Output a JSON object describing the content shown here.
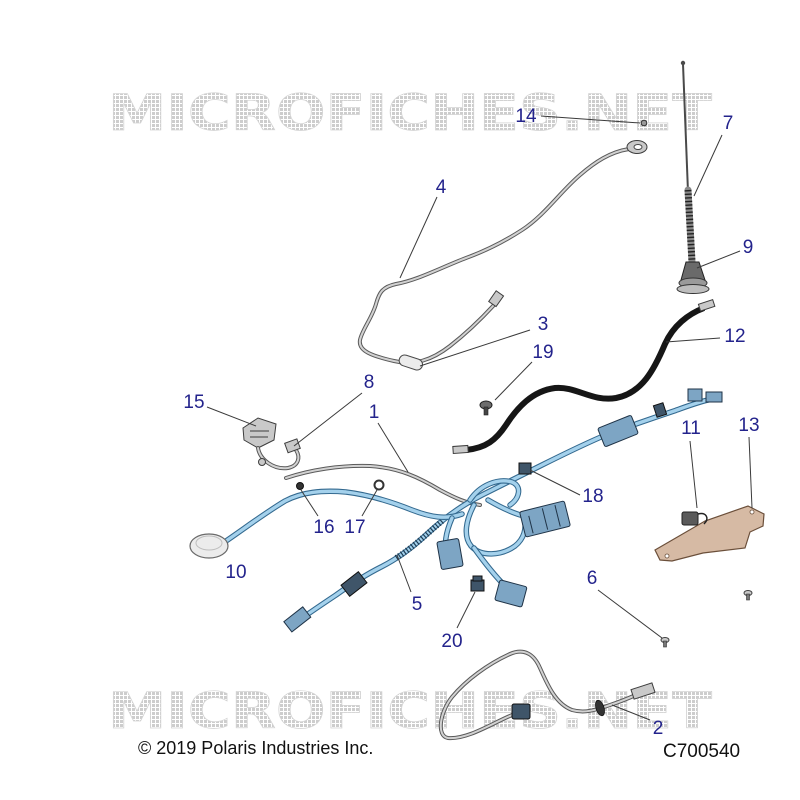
{
  "diagram": {
    "watermark_top": "MICROFICHES.NET",
    "watermark_bottom": "MICROFICHES.NET",
    "callouts": [
      "1",
      "2",
      "3",
      "4",
      "5",
      "6",
      "7",
      "8",
      "9",
      "10",
      "11",
      "12",
      "13",
      "14",
      "15",
      "16",
      "17",
      "18",
      "19",
      "20"
    ],
    "copyright": "© 2019 Polaris Industries Inc.",
    "drawing_number": "C700540"
  },
  "colors": {
    "callout_text": "#23238c",
    "harness": "#a4d1ec",
    "harness_outline": "#33698f",
    "strap": "#161616",
    "bracket": "#d6baa4",
    "watermark": "#cdcdcd"
  }
}
